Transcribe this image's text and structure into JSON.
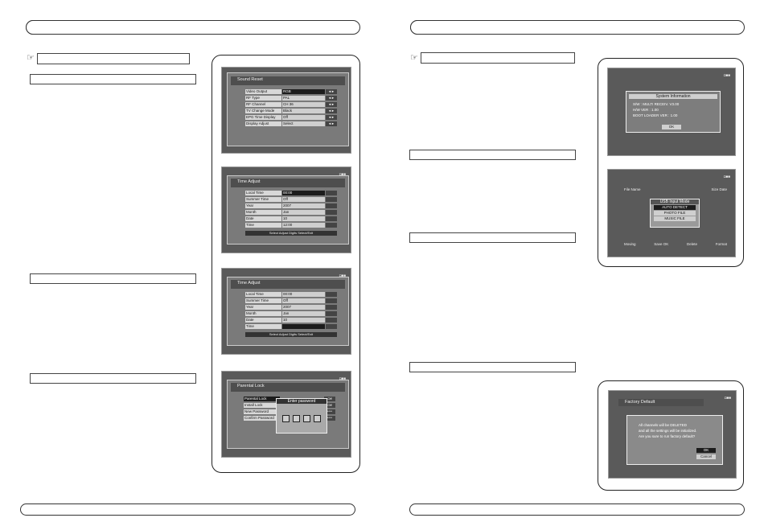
{
  "left_page": {
    "section_heading_1": "",
    "screen_system_setting": {
      "title": "Sound Reset",
      "rows": [
        {
          "label": "Video Output",
          "value": "RGB",
          "arrow": "◄►"
        },
        {
          "label": "RF Type",
          "value": "PAL",
          "arrow": "◄►"
        },
        {
          "label": "RF Channel",
          "value": "CH 36",
          "arrow": "◄►"
        },
        {
          "label": "TV Change Mode",
          "value": "Black",
          "arrow": "◄►"
        },
        {
          "label": "EPG Time Display",
          "value": "Off",
          "arrow": "◄►"
        },
        {
          "label": "Display Adjust",
          "value": "Select",
          "arrow": "◄►"
        }
      ]
    },
    "screen_time_adjust_1": {
      "title": "Time Adjust",
      "rows": [
        {
          "label": "Local Time",
          "value": "00:00",
          "arrow": ""
        },
        {
          "label": "Summer Time",
          "value": "Off",
          "arrow": ""
        },
        {
          "label": "Year",
          "value": "2007",
          "arrow": ""
        },
        {
          "label": "Month",
          "value": "Jan",
          "arrow": ""
        },
        {
          "label": "Date",
          "value": "10",
          "arrow": ""
        },
        {
          "label": "Time",
          "value": "12:00",
          "arrow": ""
        }
      ],
      "help": "Select  Adjust  Digits  Select/Exit"
    },
    "screen_time_adjust_2": {
      "title": "Time Adjust",
      "rows": [
        {
          "label": "Local Time",
          "value": "00:00",
          "arrow": ""
        },
        {
          "label": "Summer Time",
          "value": "Off",
          "arrow": ""
        },
        {
          "label": "Year",
          "value": "2007",
          "arrow": ""
        },
        {
          "label": "Month",
          "value": "Jan",
          "arrow": ""
        },
        {
          "label": "Date",
          "value": "10",
          "arrow": ""
        },
        {
          "label": "Time",
          "value": "",
          "arrow": ""
        }
      ],
      "help": "Select  Adjust  Digits  Select/Exit"
    },
    "screen_parental_lock": {
      "title": "Parental Lock",
      "rows": [
        {
          "label": "Parental Lock",
          "value": "",
          "arrow": "Off"
        },
        {
          "label": "Install Lock",
          "value": "",
          "arrow": "Off"
        },
        {
          "label": "New Password",
          "value": "",
          "arrow": "****"
        },
        {
          "label": "Confirm Password",
          "value": "",
          "arrow": "****"
        }
      ],
      "dialog_title": "Enter password"
    }
  },
  "right_page": {
    "screen_system_info": {
      "dialog_title": "System Information",
      "lines": [
        "S/W : MULTI RECEIV. V3.00",
        "H/W VER : 1.00",
        "BOOT LOADER VER : 1.00"
      ],
      "button": "OK"
    },
    "screen_usb": {
      "menu_title": "USB Input Mode",
      "items": [
        "AUTO DETECT",
        "PHOTO FILE",
        "MUSIC FILE"
      ],
      "header_left": "File Name",
      "header_right": "Size  Date",
      "bottom_items": [
        "Moving",
        "Save OK",
        "Delete",
        "Format"
      ]
    },
    "screen_factory": {
      "title": "Factory Default",
      "lines": [
        "All channels will be DELETED",
        "and all the settings will be initialized.",
        "Are you sure to run factory default?"
      ],
      "buttons": [
        "OK",
        "Cancel"
      ]
    }
  }
}
